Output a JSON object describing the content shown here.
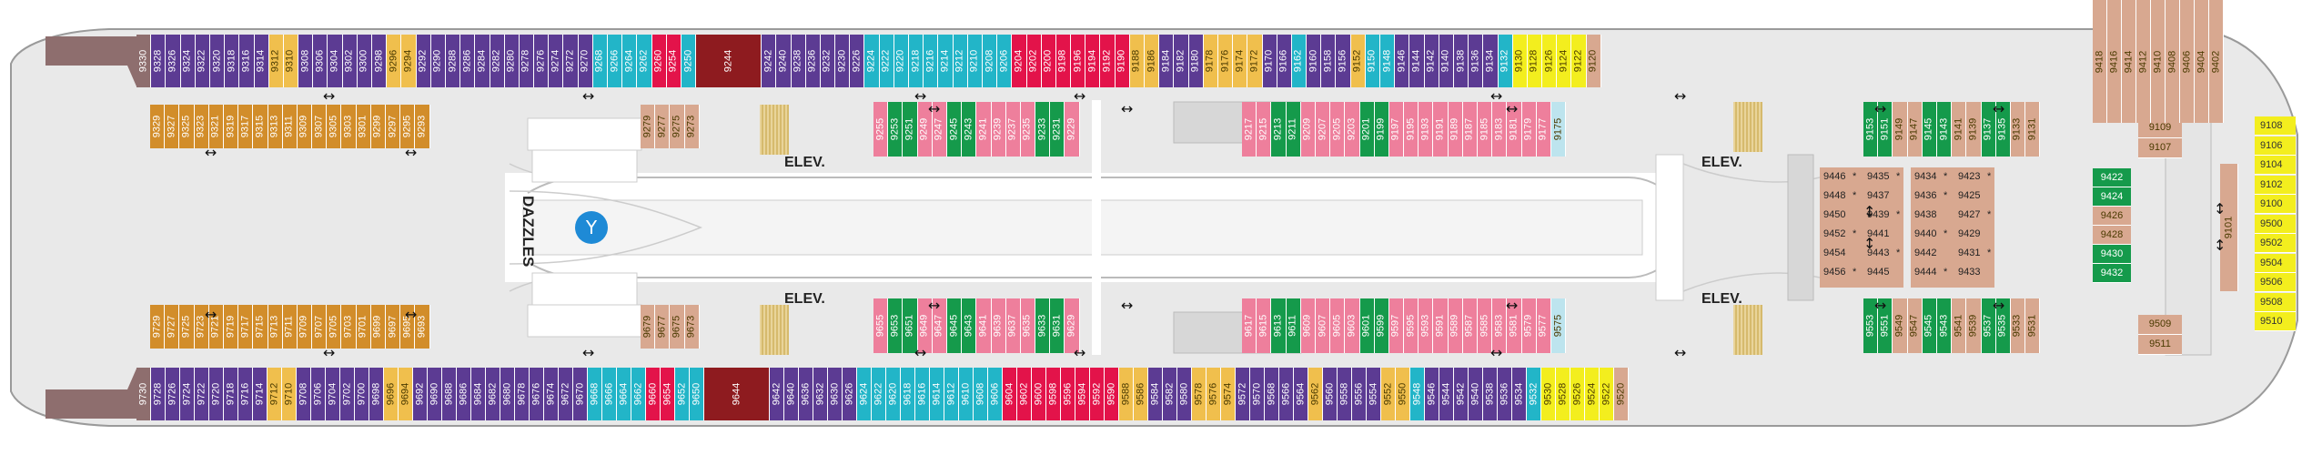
{
  "colors": {
    "purple": "#5c3b93",
    "teal": "#22b5c8",
    "gold": "#f0bf4d",
    "red": "#e3134a",
    "darkred": "#8e1b1f",
    "pink": "#ee7f9c",
    "green": "#159a4b",
    "tan": "#d8a890",
    "mauve": "#8e6e6e",
    "lightblue": "#bde4ee",
    "orange": "#d28d2a",
    "yellow": "#f3ee1e",
    "gray": "#d7d7d7"
  },
  "labels": {
    "elev": "ELEV.",
    "venue": "DAZZLES",
    "star": "*"
  },
  "top_outer": [
    {
      "n": "9330",
      "c": "mauve"
    },
    {
      "n": "9328",
      "c": "purple"
    },
    {
      "n": "9326",
      "c": "purple"
    },
    {
      "n": "9324",
      "c": "purple"
    },
    {
      "n": "9322",
      "c": "purple"
    },
    {
      "n": "9320",
      "c": "purple"
    },
    {
      "n": "9318",
      "c": "purple"
    },
    {
      "n": "9316",
      "c": "purple"
    },
    {
      "n": "9314",
      "c": "purple"
    },
    {
      "n": "9312",
      "c": "gold"
    },
    {
      "n": "9310",
      "c": "gold"
    },
    {
      "n": "9308",
      "c": "purple"
    },
    {
      "n": "9306",
      "c": "purple"
    },
    {
      "n": "9304",
      "c": "purple"
    },
    {
      "n": "9302",
      "c": "purple"
    },
    {
      "n": "9300",
      "c": "purple"
    },
    {
      "n": "9298",
      "c": "purple"
    },
    {
      "n": "9296",
      "c": "gold"
    },
    {
      "n": "9294",
      "c": "gold"
    },
    {
      "n": "9292",
      "c": "purple"
    },
    {
      "n": "9290",
      "c": "purple"
    },
    {
      "n": "9288",
      "c": "purple"
    },
    {
      "n": "9286",
      "c": "purple"
    },
    {
      "n": "9284",
      "c": "purple"
    },
    {
      "n": "9282",
      "c": "purple"
    },
    {
      "n": "9280",
      "c": "purple"
    },
    {
      "n": "9278",
      "c": "purple"
    },
    {
      "n": "9276",
      "c": "purple"
    },
    {
      "n": "9274",
      "c": "purple"
    },
    {
      "n": "9272",
      "c": "purple"
    },
    {
      "n": "9270",
      "c": "purple"
    },
    {
      "n": "9268",
      "c": "teal"
    },
    {
      "n": "9266",
      "c": "teal"
    },
    {
      "n": "9264",
      "c": "teal"
    },
    {
      "n": "9262",
      "c": "teal"
    },
    {
      "n": "9260",
      "c": "red"
    },
    {
      "n": "9254",
      "c": "red"
    },
    {
      "n": "9250",
      "c": "teal"
    },
    {
      "n": "9244",
      "c": "darkred",
      "w": 72
    },
    {
      "n": "9242",
      "c": "purple"
    },
    {
      "n": "9240",
      "c": "purple"
    },
    {
      "n": "9238",
      "c": "purple"
    },
    {
      "n": "9236",
      "c": "purple"
    },
    {
      "n": "9232",
      "c": "purple"
    },
    {
      "n": "9230",
      "c": "purple"
    },
    {
      "n": "9226",
      "c": "purple"
    },
    {
      "n": "9224",
      "c": "teal"
    },
    {
      "n": "9222",
      "c": "teal"
    },
    {
      "n": "9220",
      "c": "teal"
    },
    {
      "n": "9218",
      "c": "teal"
    },
    {
      "n": "9216",
      "c": "teal"
    },
    {
      "n": "9214",
      "c": "teal"
    },
    {
      "n": "9212",
      "c": "teal"
    },
    {
      "n": "9210",
      "c": "teal"
    },
    {
      "n": "9208",
      "c": "teal"
    },
    {
      "n": "9206",
      "c": "teal"
    },
    {
      "n": "9204",
      "c": "red"
    },
    {
      "n": "9202",
      "c": "red"
    },
    {
      "n": "9200",
      "c": "red"
    },
    {
      "n": "9198",
      "c": "red"
    },
    {
      "n": "9196",
      "c": "red"
    },
    {
      "n": "9194",
      "c": "red"
    },
    {
      "n": "9192",
      "c": "red"
    },
    {
      "n": "9190",
      "c": "red"
    },
    {
      "n": "9188",
      "c": "gold"
    },
    {
      "n": "9186",
      "c": "gold"
    },
    {
      "n": "9184",
      "c": "purple"
    },
    {
      "n": "9182",
      "c": "purple"
    },
    {
      "n": "9180",
      "c": "purple"
    },
    {
      "n": "9178",
      "c": "gold"
    },
    {
      "n": "9176",
      "c": "gold"
    },
    {
      "n": "9174",
      "c": "gold"
    },
    {
      "n": "9172",
      "c": "gold"
    },
    {
      "n": "9170",
      "c": "purple"
    },
    {
      "n": "9166",
      "c": "purple"
    },
    {
      "n": "9162",
      "c": "teal"
    },
    {
      "n": "9160",
      "c": "purple"
    },
    {
      "n": "9158",
      "c": "purple"
    },
    {
      "n": "9156",
      "c": "purple"
    },
    {
      "n": "9152",
      "c": "gold"
    },
    {
      "n": "9150",
      "c": "teal"
    },
    {
      "n": "9148",
      "c": "teal"
    },
    {
      "n": "9146",
      "c": "purple"
    },
    {
      "n": "9144",
      "c": "purple"
    },
    {
      "n": "9142",
      "c": "purple"
    },
    {
      "n": "9140",
      "c": "purple"
    },
    {
      "n": "9138",
      "c": "purple"
    },
    {
      "n": "9136",
      "c": "purple"
    },
    {
      "n": "9134",
      "c": "purple"
    },
    {
      "n": "9132",
      "c": "teal"
    },
    {
      "n": "9130",
      "c": "yellow"
    },
    {
      "n": "9128",
      "c": "yellow"
    },
    {
      "n": "9126",
      "c": "yellow"
    },
    {
      "n": "9124",
      "c": "yellow"
    },
    {
      "n": "9122",
      "c": "yellow"
    },
    {
      "n": "9120",
      "c": "tan"
    }
  ],
  "top_inner": [
    {
      "n": "9329",
      "c": "orange"
    },
    {
      "n": "9327",
      "c": "orange"
    },
    {
      "n": "9325",
      "c": "orange"
    },
    {
      "n": "9323",
      "c": "orange"
    },
    {
      "n": "9321",
      "c": "orange"
    },
    {
      "n": "9319",
      "c": "orange"
    },
    {
      "n": "9317",
      "c": "orange"
    },
    {
      "n": "9315",
      "c": "orange"
    },
    {
      "n": "9313",
      "c": "orange"
    },
    {
      "n": "9311",
      "c": "orange"
    },
    {
      "n": "9309",
      "c": "orange"
    },
    {
      "n": "9307",
      "c": "orange"
    },
    {
      "n": "9305",
      "c": "orange"
    },
    {
      "n": "9303",
      "c": "orange"
    },
    {
      "n": "9301",
      "c": "orange"
    },
    {
      "n": "9299",
      "c": "orange"
    },
    {
      "n": "9297",
      "c": "orange"
    },
    {
      "n": "9295",
      "c": "orange"
    },
    {
      "n": "9293",
      "c": "orange"
    }
  ],
  "top_inner2": [
    {
      "n": "9279",
      "c": "tan"
    },
    {
      "n": "9277",
      "c": "tan"
    },
    {
      "n": "9275",
      "c": "tan"
    },
    {
      "n": "9273",
      "c": "tan"
    }
  ],
  "top_mid": [
    {
      "n": "9255",
      "c": "pink"
    },
    {
      "n": "9253",
      "c": "green"
    },
    {
      "n": "9251",
      "c": "green"
    },
    {
      "n": "9249",
      "c": "pink"
    },
    {
      "n": "9247",
      "c": "pink"
    },
    {
      "n": "9245",
      "c": "green"
    },
    {
      "n": "9243",
      "c": "green"
    },
    {
      "n": "9241",
      "c": "pink"
    },
    {
      "n": "9239",
      "c": "pink"
    },
    {
      "n": "9237",
      "c": "pink"
    },
    {
      "n": "9235",
      "c": "pink"
    },
    {
      "n": "9233",
      "c": "green"
    },
    {
      "n": "9231",
      "c": "green"
    },
    {
      "n": "9229",
      "c": "pink"
    }
  ],
  "top_mid2": [
    {
      "n": "9217",
      "c": "pink"
    },
    {
      "n": "9215",
      "c": "pink"
    },
    {
      "n": "9213",
      "c": "green"
    },
    {
      "n": "9211",
      "c": "green"
    },
    {
      "n": "9209",
      "c": "pink"
    },
    {
      "n": "9207",
      "c": "pink"
    },
    {
      "n": "9205",
      "c": "pink"
    },
    {
      "n": "9203",
      "c": "pink"
    },
    {
      "n": "9201",
      "c": "green"
    },
    {
      "n": "9199",
      "c": "green"
    },
    {
      "n": "9197",
      "c": "pink"
    },
    {
      "n": "9195",
      "c": "pink"
    },
    {
      "n": "9193",
      "c": "pink"
    },
    {
      "n": "9191",
      "c": "pink"
    },
    {
      "n": "9189",
      "c": "pink"
    },
    {
      "n": "9187",
      "c": "pink"
    },
    {
      "n": "9185",
      "c": "pink"
    },
    {
      "n": "9183",
      "c": "pink"
    },
    {
      "n": "9181",
      "c": "pink"
    },
    {
      "n": "9179",
      "c": "pink"
    },
    {
      "n": "9177",
      "c": "pink"
    },
    {
      "n": "9175",
      "c": "lightblue"
    }
  ],
  "top_mid3": [
    {
      "n": "9153",
      "c": "green"
    },
    {
      "n": "9151",
      "c": "green"
    },
    {
      "n": "9149",
      "c": "tan"
    },
    {
      "n": "9147",
      "c": "tan"
    },
    {
      "n": "9145",
      "c": "green"
    },
    {
      "n": "9143",
      "c": "green"
    },
    {
      "n": "9141",
      "c": "tan"
    },
    {
      "n": "9139",
      "c": "tan"
    },
    {
      "n": "9137",
      "c": "green"
    },
    {
      "n": "9135",
      "c": "green"
    },
    {
      "n": "9133",
      "c": "tan"
    },
    {
      "n": "9131",
      "c": "tan"
    }
  ],
  "top_side": [
    {
      "n": "9109",
      "c": "tan"
    },
    {
      "n": "9107",
      "c": "tan"
    }
  ],
  "bot_side": [
    {
      "n": "9509",
      "c": "tan"
    },
    {
      "n": "9511",
      "c": "tan"
    }
  ],
  "bot_inner": [
    {
      "n": "9729",
      "c": "orange"
    },
    {
      "n": "9727",
      "c": "orange"
    },
    {
      "n": "9725",
      "c": "orange"
    },
    {
      "n": "9723",
      "c": "orange"
    },
    {
      "n": "9721",
      "c": "orange"
    },
    {
      "n": "9719",
      "c": "orange"
    },
    {
      "n": "9717",
      "c": "orange"
    },
    {
      "n": "9715",
      "c": "orange"
    },
    {
      "n": "9713",
      "c": "orange"
    },
    {
      "n": "9711",
      "c": "orange"
    },
    {
      "n": "9709",
      "c": "orange"
    },
    {
      "n": "9707",
      "c": "orange"
    },
    {
      "n": "9705",
      "c": "orange"
    },
    {
      "n": "9703",
      "c": "orange"
    },
    {
      "n": "9701",
      "c": "orange"
    },
    {
      "n": "9699",
      "c": "orange"
    },
    {
      "n": "9697",
      "c": "orange"
    },
    {
      "n": "9695",
      "c": "orange"
    },
    {
      "n": "9693",
      "c": "orange"
    }
  ],
  "bot_inner2": [
    {
      "n": "9679",
      "c": "tan"
    },
    {
      "n": "9677",
      "c": "tan"
    },
    {
      "n": "9675",
      "c": "tan"
    },
    {
      "n": "9673",
      "c": "tan"
    }
  ],
  "bot_mid": [
    {
      "n": "9655",
      "c": "pink"
    },
    {
      "n": "9653",
      "c": "green"
    },
    {
      "n": "9651",
      "c": "green"
    },
    {
      "n": "9649",
      "c": "pink"
    },
    {
      "n": "9647",
      "c": "pink"
    },
    {
      "n": "9645",
      "c": "green"
    },
    {
      "n": "9643",
      "c": "green"
    },
    {
      "n": "9641",
      "c": "pink"
    },
    {
      "n": "9639",
      "c": "pink"
    },
    {
      "n": "9637",
      "c": "pink"
    },
    {
      "n": "9635",
      "c": "pink"
    },
    {
      "n": "9633",
      "c": "green"
    },
    {
      "n": "9631",
      "c": "green"
    },
    {
      "n": "9629",
      "c": "pink"
    }
  ],
  "bot_mid2": [
    {
      "n": "9617",
      "c": "pink"
    },
    {
      "n": "9615",
      "c": "pink"
    },
    {
      "n": "9613",
      "c": "green"
    },
    {
      "n": "9611",
      "c": "green"
    },
    {
      "n": "9609",
      "c": "pink"
    },
    {
      "n": "9607",
      "c": "pink"
    },
    {
      "n": "9605",
      "c": "pink"
    },
    {
      "n": "9603",
      "c": "pink"
    },
    {
      "n": "9601",
      "c": "green"
    },
    {
      "n": "9599",
      "c": "green"
    },
    {
      "n": "9597",
      "c": "pink"
    },
    {
      "n": "9595",
      "c": "pink"
    },
    {
      "n": "9593",
      "c": "pink"
    },
    {
      "n": "9591",
      "c": "pink"
    },
    {
      "n": "9589",
      "c": "pink"
    },
    {
      "n": "9587",
      "c": "pink"
    },
    {
      "n": "9585",
      "c": "pink"
    },
    {
      "n": "9583",
      "c": "pink"
    },
    {
      "n": "9581",
      "c": "pink"
    },
    {
      "n": "9579",
      "c": "pink"
    },
    {
      "n": "9577",
      "c": "pink"
    },
    {
      "n": "9575",
      "c": "lightblue"
    }
  ],
  "bot_mid3": [
    {
      "n": "9553",
      "c": "green"
    },
    {
      "n": "9551",
      "c": "green"
    },
    {
      "n": "9549",
      "c": "tan"
    },
    {
      "n": "9547",
      "c": "tan"
    },
    {
      "n": "9545",
      "c": "green"
    },
    {
      "n": "9543",
      "c": "green"
    },
    {
      "n": "9541",
      "c": "tan"
    },
    {
      "n": "9539",
      "c": "tan"
    },
    {
      "n": "9537",
      "c": "green"
    },
    {
      "n": "9535",
      "c": "green"
    },
    {
      "n": "9533",
      "c": "tan"
    },
    {
      "n": "9531",
      "c": "tan"
    }
  ],
  "bot_outer": [
    {
      "n": "9730",
      "c": "mauve"
    },
    {
      "n": "9728",
      "c": "purple"
    },
    {
      "n": "9726",
      "c": "purple"
    },
    {
      "n": "9724",
      "c": "purple"
    },
    {
      "n": "9722",
      "c": "purple"
    },
    {
      "n": "9720",
      "c": "purple"
    },
    {
      "n": "9718",
      "c": "purple"
    },
    {
      "n": "9716",
      "c": "purple"
    },
    {
      "n": "9714",
      "c": "purple"
    },
    {
      "n": "9712",
      "c": "gold"
    },
    {
      "n": "9710",
      "c": "gold"
    },
    {
      "n": "9708",
      "c": "purple"
    },
    {
      "n": "9706",
      "c": "purple"
    },
    {
      "n": "9704",
      "c": "purple"
    },
    {
      "n": "9702",
      "c": "purple"
    },
    {
      "n": "9700",
      "c": "purple"
    },
    {
      "n": "9698",
      "c": "purple"
    },
    {
      "n": "9696",
      "c": "gold"
    },
    {
      "n": "9694",
      "c": "gold"
    },
    {
      "n": "9692",
      "c": "purple"
    },
    {
      "n": "9690",
      "c": "purple"
    },
    {
      "n": "9688",
      "c": "purple"
    },
    {
      "n": "9686",
      "c": "purple"
    },
    {
      "n": "9684",
      "c": "purple"
    },
    {
      "n": "9682",
      "c": "purple"
    },
    {
      "n": "9680",
      "c": "purple"
    },
    {
      "n": "9678",
      "c": "purple"
    },
    {
      "n": "9676",
      "c": "purple"
    },
    {
      "n": "9674",
      "c": "purple"
    },
    {
      "n": "9672",
      "c": "purple"
    },
    {
      "n": "9670",
      "c": "purple"
    },
    {
      "n": "9668",
      "c": "teal"
    },
    {
      "n": "9666",
      "c": "teal"
    },
    {
      "n": "9664",
      "c": "teal"
    },
    {
      "n": "9662",
      "c": "teal"
    },
    {
      "n": "9660",
      "c": "red"
    },
    {
      "n": "9654",
      "c": "red"
    },
    {
      "n": "9652",
      "c": "teal"
    },
    {
      "n": "9650",
      "c": "teal"
    },
    {
      "n": "9644",
      "c": "darkred",
      "w": 72
    },
    {
      "n": "9642",
      "c": "purple"
    },
    {
      "n": "9640",
      "c": "purple"
    },
    {
      "n": "9636",
      "c": "purple"
    },
    {
      "n": "9632",
      "c": "purple"
    },
    {
      "n": "9630",
      "c": "purple"
    },
    {
      "n": "9626",
      "c": "purple"
    },
    {
      "n": "9624",
      "c": "teal"
    },
    {
      "n": "9622",
      "c": "teal"
    },
    {
      "n": "9620",
      "c": "teal"
    },
    {
      "n": "9618",
      "c": "teal"
    },
    {
      "n": "9616",
      "c": "teal"
    },
    {
      "n": "9614",
      "c": "teal"
    },
    {
      "n": "9612",
      "c": "teal"
    },
    {
      "n": "9610",
      "c": "teal"
    },
    {
      "n": "9608",
      "c": "teal"
    },
    {
      "n": "9606",
      "c": "teal"
    },
    {
      "n": "9604",
      "c": "red"
    },
    {
      "n": "9602",
      "c": "red"
    },
    {
      "n": "9600",
      "c": "red"
    },
    {
      "n": "9598",
      "c": "red"
    },
    {
      "n": "9596",
      "c": "red"
    },
    {
      "n": "9594",
      "c": "red"
    },
    {
      "n": "9592",
      "c": "red"
    },
    {
      "n": "9590",
      "c": "red"
    },
    {
      "n": "9588",
      "c": "gold"
    },
    {
      "n": "9586",
      "c": "gold"
    },
    {
      "n": "9584",
      "c": "purple"
    },
    {
      "n": "9582",
      "c": "purple"
    },
    {
      "n": "9580",
      "c": "purple"
    },
    {
      "n": "9578",
      "c": "gold"
    },
    {
      "n": "9576",
      "c": "gold"
    },
    {
      "n": "9574",
      "c": "gold"
    },
    {
      "n": "9572",
      "c": "purple"
    },
    {
      "n": "9570",
      "c": "purple"
    },
    {
      "n": "9568",
      "c": "purple"
    },
    {
      "n": "9566",
      "c": "purple"
    },
    {
      "n": "9564",
      "c": "purple"
    },
    {
      "n": "9562",
      "c": "gold"
    },
    {
      "n": "9560",
      "c": "purple"
    },
    {
      "n": "9558",
      "c": "purple"
    },
    {
      "n": "9556",
      "c": "purple"
    },
    {
      "n": "9554",
      "c": "purple"
    },
    {
      "n": "9552",
      "c": "gold"
    },
    {
      "n": "9550",
      "c": "gold"
    },
    {
      "n": "9548",
      "c": "teal"
    },
    {
      "n": "9546",
      "c": "purple"
    },
    {
      "n": "9544",
      "c": "purple"
    },
    {
      "n": "9542",
      "c": "purple"
    },
    {
      "n": "9540",
      "c": "purple"
    },
    {
      "n": "9538",
      "c": "purple"
    },
    {
      "n": "9536",
      "c": "purple"
    },
    {
      "n": "9534",
      "c": "purple"
    },
    {
      "n": "9532",
      "c": "teal"
    },
    {
      "n": "9530",
      "c": "yellow"
    },
    {
      "n": "9528",
      "c": "yellow"
    },
    {
      "n": "9526",
      "c": "yellow"
    },
    {
      "n": "9524",
      "c": "yellow"
    },
    {
      "n": "9522",
      "c": "yellow"
    },
    {
      "n": "9520",
      "c": "tan"
    }
  ],
  "center_grid": [
    [
      "9446",
      "*",
      "9435",
      "*"
    ],
    [
      "9448",
      "*",
      "9437",
      ""
    ],
    [
      "9450",
      "",
      "9439",
      "*"
    ],
    [
      "9452",
      "*",
      "9441",
      ""
    ],
    [
      "9454",
      "",
      "9443",
      "*"
    ],
    [
      "9456",
      "*",
      "9445",
      ""
    ]
  ],
  "center_grid2": [
    [
      "9434",
      "*",
      "9423",
      "*"
    ],
    [
      "9436",
      "*",
      "9425",
      ""
    ],
    [
      "9438",
      "",
      "9427",
      "*"
    ],
    [
      "9440",
      "*",
      "9429",
      ""
    ],
    [
      "9442",
      "",
      "9431",
      "*"
    ],
    [
      "9444",
      "*",
      "9433",
      ""
    ]
  ],
  "right_cols": [
    {
      "n": "9418",
      "c": "tan"
    },
    {
      "n": "9416",
      "c": "tan"
    },
    {
      "n": "9414",
      "c": "tan"
    },
    {
      "n": "9412",
      "c": "tan"
    },
    {
      "n": "9410",
      "c": "tan"
    },
    {
      "n": "9408",
      "c": "tan"
    },
    {
      "n": "9406",
      "c": "tan"
    },
    {
      "n": "9404",
      "c": "tan"
    },
    {
      "n": "9402",
      "c": "tan"
    }
  ],
  "right_center": [
    {
      "n": "9422",
      "c": "green"
    },
    {
      "n": "9424",
      "c": "green"
    },
    {
      "n": "9426",
      "c": "tan"
    },
    {
      "n": "9428",
      "c": "tan"
    },
    {
      "n": "9430",
      "c": "green"
    },
    {
      "n": "9432",
      "c": "green"
    }
  ],
  "bow_right": [
    "9108",
    "9106",
    "9104",
    "9102",
    "9100",
    "9500",
    "9502",
    "9504",
    "9506",
    "9508",
    "9510"
  ],
  "bow_mid": "9101"
}
